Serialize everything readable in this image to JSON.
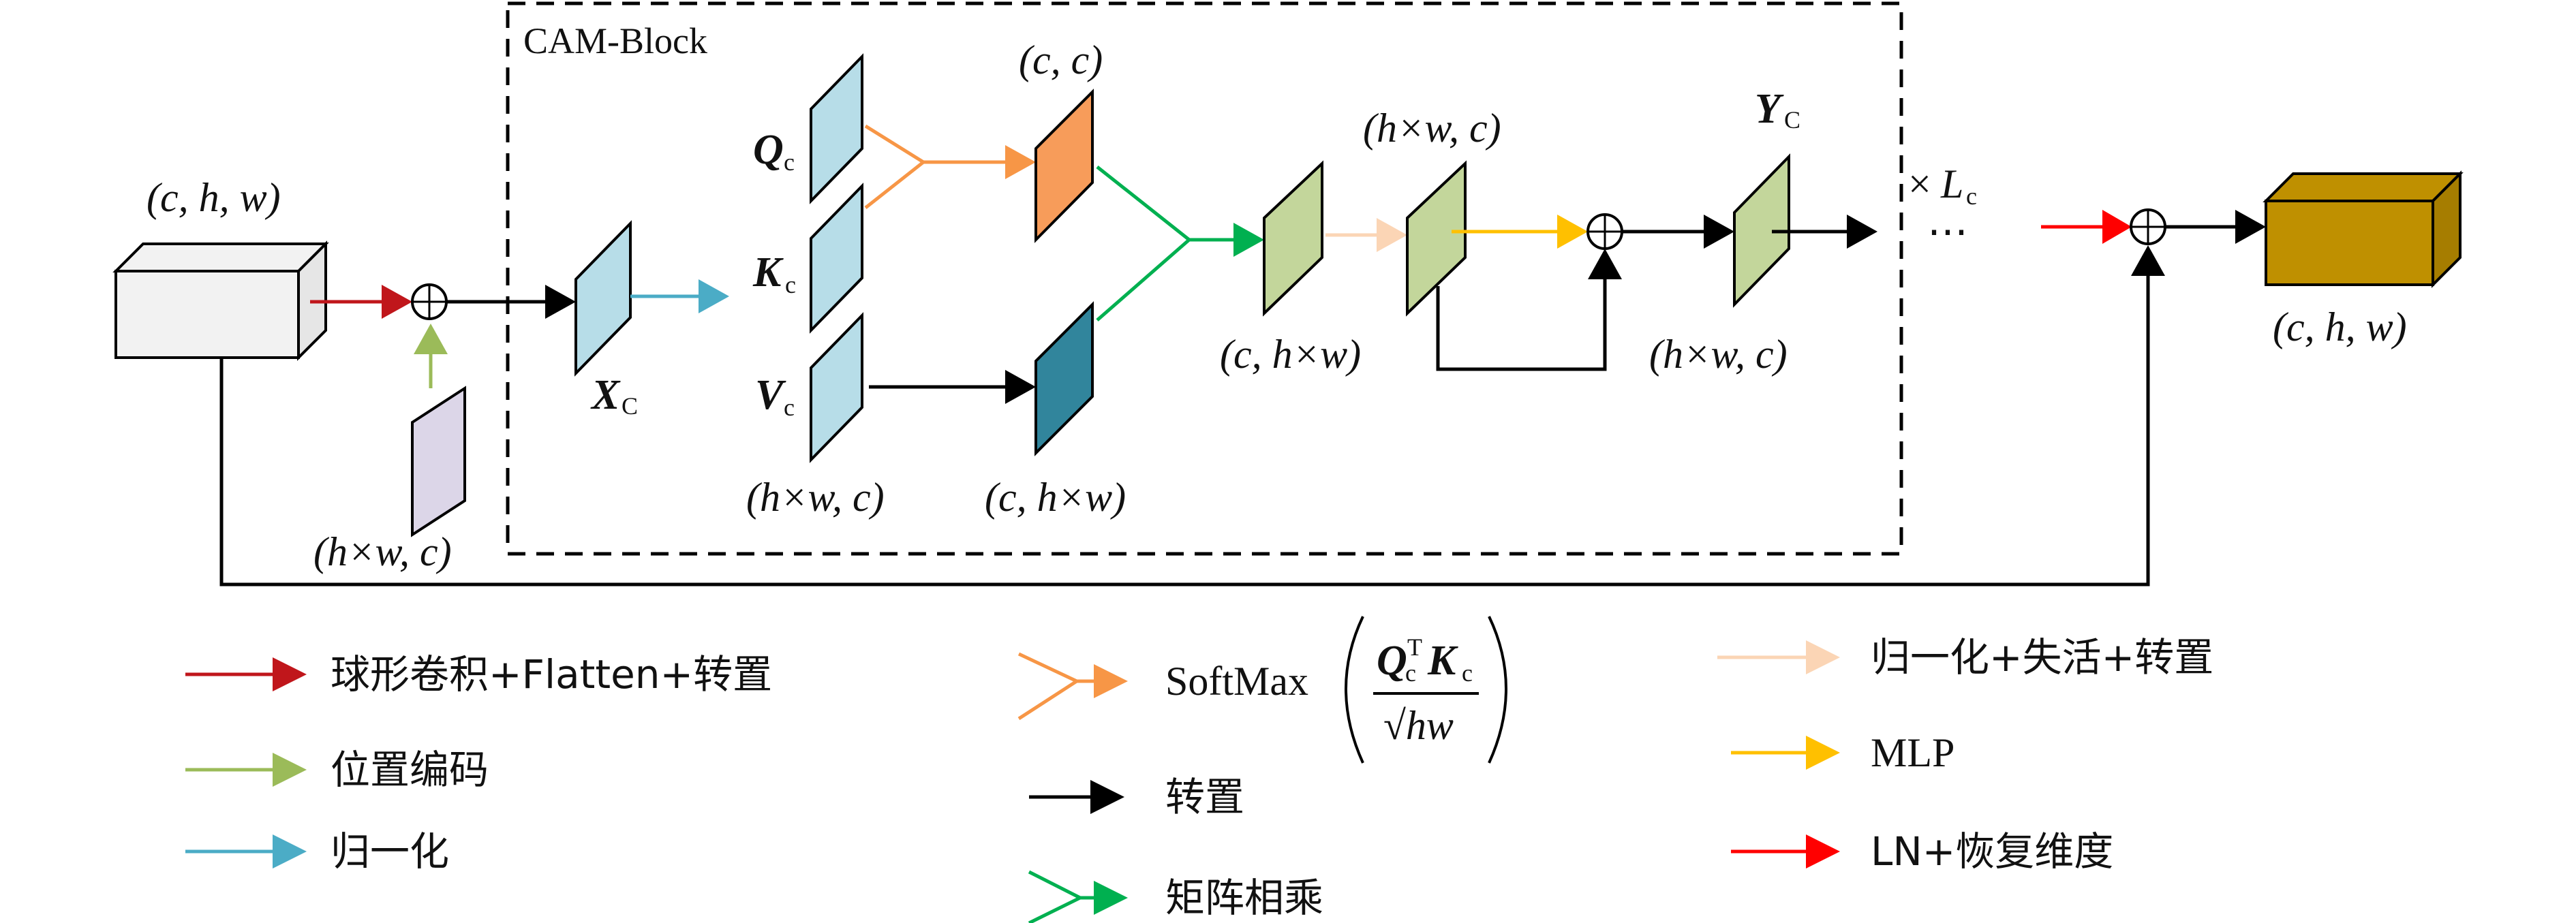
{
  "block_title": "CAM-Block",
  "dims": {
    "input": "(c, h, w)",
    "output": "(c, h, w)",
    "pos_embed": "(h×w, c)",
    "qkv": "(h×w, c)",
    "attn_map": "(c, c)",
    "v_trans": "(c, h×w)",
    "matmul_out": "(c, h×w)",
    "norm_out": "(h×w, c)",
    "y_out": "(h×w, c)"
  },
  "symbols": {
    "x": "X",
    "x_sub": "C",
    "q": "Q",
    "q_sub": "c",
    "k": "K",
    "k_sub": "c",
    "v": "V",
    "v_sub": "c",
    "y": "Y",
    "y_sub": "C",
    "repeat_prefix": "×",
    "repeat_var": "L",
    "repeat_sub": "c",
    "ellipsis": "⋯"
  },
  "legend": {
    "conv": "球形卷积+Flatten+转置",
    "pos": "位置编码",
    "norm": "归一化",
    "softmax": "SoftMax",
    "softmax_num_q": "Q",
    "softmax_num_q_sub": "c",
    "softmax_num_q_sup": "T",
    "softmax_num_k": "K",
    "softmax_num_k_sub": "c",
    "softmax_den": "√hw",
    "transpose": "转置",
    "matmul": "矩阵相乘",
    "norm_act": "归一化+失活+转置",
    "mlp": "MLP",
    "ln": "LN+恢复维度"
  },
  "colors": {
    "conv_arrow": "#c0161b",
    "pos_arrow": "#9bbb59",
    "norm_arrow": "#4bacc6",
    "softmax_arrow": "#f79646",
    "transpose_arrow": "#000000",
    "matmul_arrow": "#00b050",
    "norm_act_arrow": "#fbd5b5",
    "mlp_arrow": "#ffc000",
    "ln_arrow": "#ff0000",
    "qkv_fill": "#b7dde8",
    "pos_fill": "#dcd6e8",
    "attn_fill": "#f79c5a",
    "v_trans_fill": "#31859c",
    "green_fill": "#c3d69b",
    "output_fill": "#bf9000"
  }
}
